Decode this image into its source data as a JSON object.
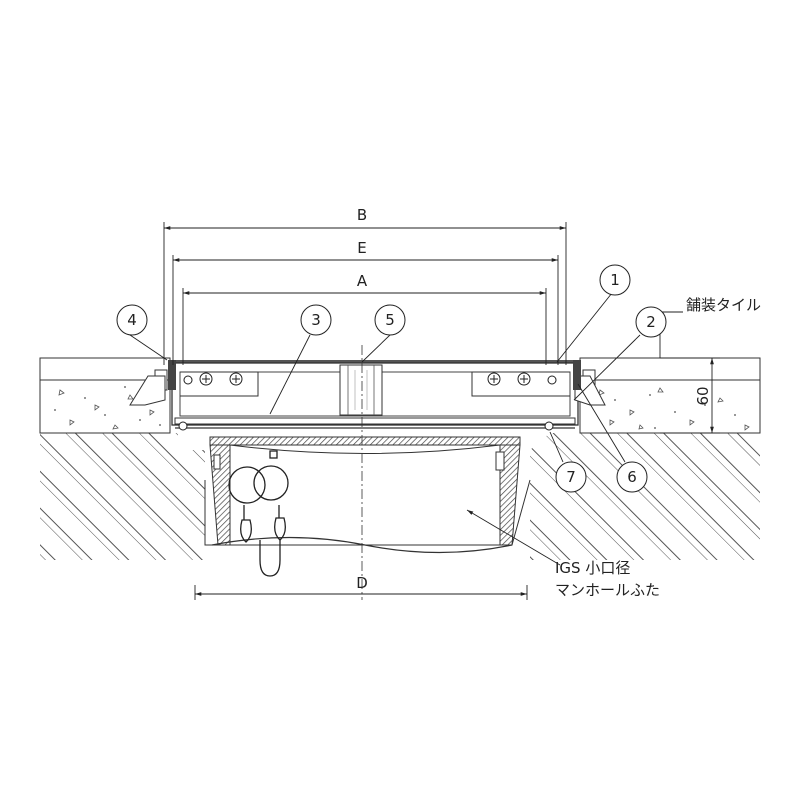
{
  "dimensions": {
    "B": "B",
    "E": "E",
    "A": "A",
    "D": "D",
    "height": "60"
  },
  "callouts": [
    "1",
    "2",
    "3",
    "4",
    "5",
    "6",
    "7"
  ],
  "labels": {
    "paving_tile": "舗装タイル",
    "cover_line1": "IGS 小口径",
    "cover_line2": "マンホールふた"
  }
}
